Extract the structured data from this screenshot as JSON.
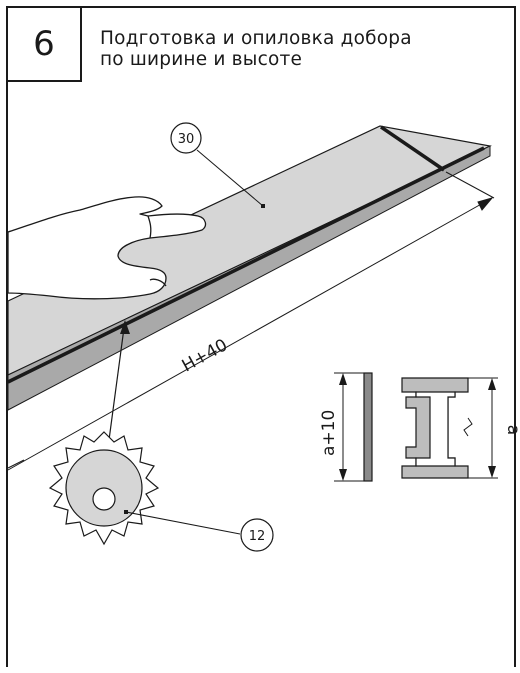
{
  "step_number": "6",
  "title_line1": "Подготовка и опиловка добора",
  "title_line2": "по ширине и высоте",
  "callout_board": "30",
  "callout_saw": "12",
  "dim_length": "H+40",
  "dim_width": "a+10",
  "dim_profile": "a",
  "colors": {
    "board_fill": "#d6d6d6",
    "board_edge": "#a9a9a9",
    "line": "#1a1a1a",
    "profile_fill": "#bdbdbd"
  }
}
